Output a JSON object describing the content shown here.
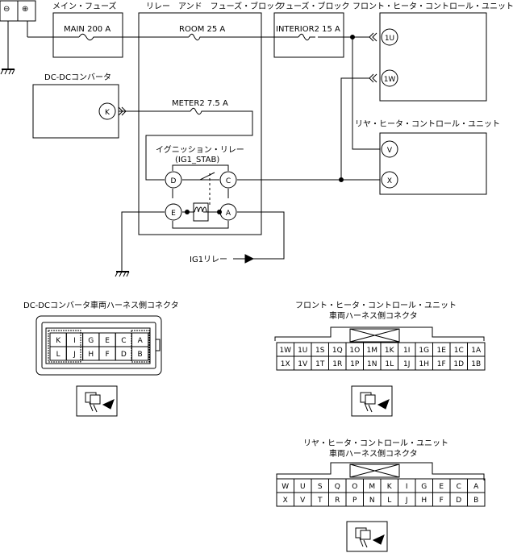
{
  "labels": {
    "main_fuse_title": "メイン・フューズ",
    "relay_fuse_block": "リレー　アンド　フューズ・ブロック",
    "fuse_block": "フューズ・ブロック",
    "front_unit": "フロント・ヒータ・コントロール・ユニット",
    "dcdc_converter": "DC-DCコンバータ",
    "rear_unit": "リヤ・ヒータ・コントロール・ユニット",
    "ig_relay_line1": "イグニッション・リレー",
    "ig_relay_line2": "(IG1_STAB)",
    "ig1_relay": "IG1リレー",
    "battery_minus": "⊖",
    "battery_plus": "⊕"
  },
  "fuses": {
    "main": "MAIN 200 A",
    "room": "ROOM 25 A",
    "interior": "INTERIOR2 15 A",
    "meter": "METER2 7.5 A"
  },
  "terminals": {
    "u1": "1U",
    "w1": "1W",
    "k": "K",
    "v": "V",
    "x": "X",
    "d": "D",
    "c": "C",
    "e": "E",
    "a": "A"
  },
  "connectors": {
    "dcdc": {
      "title": "DC-DCコンバータ車両ハーネス側コネクタ",
      "top": [
        "K",
        "I",
        "G",
        "E",
        "C",
        "A"
      ],
      "bottom": [
        "L",
        "J",
        "H",
        "F",
        "D",
        "B"
      ]
    },
    "front": {
      "title_line1": "フロント・ヒータ・コントロール・ユニット",
      "title_line2": "車両ハーネス側コネクタ",
      "top": [
        "1W",
        "1U",
        "1S",
        "1Q",
        "1O",
        "1M",
        "1K",
        "1I",
        "1G",
        "1E",
        "1C",
        "1A"
      ],
      "bottom": [
        "1X",
        "1V",
        "1T",
        "1R",
        "1P",
        "1N",
        "1L",
        "1J",
        "1H",
        "1F",
        "1D",
        "1B"
      ]
    },
    "rear": {
      "title_line1": "リヤ・ヒータ・コントロール・ユニット",
      "title_line2": "車両ハーネス側コネクタ",
      "top": [
        "W",
        "U",
        "S",
        "Q",
        "O",
        "M",
        "K",
        "I",
        "G",
        "E",
        "C",
        "A"
      ],
      "bottom": [
        "X",
        "V",
        "T",
        "R",
        "P",
        "N",
        "L",
        "J",
        "H",
        "F",
        "D",
        "B"
      ]
    }
  },
  "icons": [
    "connector-view-icon",
    "ground-icon",
    "fuse-icon",
    "connector-chevron-icon",
    "arrow-icon"
  ]
}
